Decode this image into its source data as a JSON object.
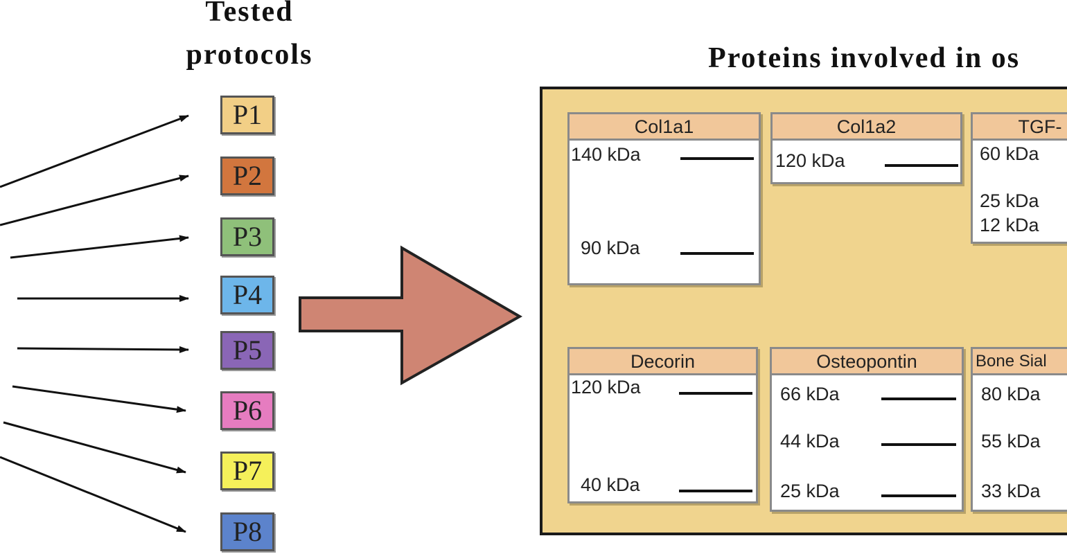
{
  "titles": {
    "tested": [
      "Tested",
      "protocols"
    ],
    "proteins": "Proteins involved in os"
  },
  "protocols": [
    {
      "label": "P1",
      "color": "#f2cf86"
    },
    {
      "label": "P2",
      "color": "#d2763e"
    },
    {
      "label": "P3",
      "color": "#8fc07a"
    },
    {
      "label": "P4",
      "color": "#6db6ea"
    },
    {
      "label": "P5",
      "color": "#8a66b6"
    },
    {
      "label": "P6",
      "color": "#e67cc0"
    },
    {
      "label": "P7",
      "color": "#f5f05a"
    },
    {
      "label": "P8",
      "color": "#5c83cc"
    }
  ],
  "big_arrow_color": "#cf8573",
  "panel_color": "#f0d48e",
  "proteins": [
    {
      "name": "Col1a1",
      "bands": [
        "140 kDa",
        "90 kDa"
      ]
    },
    {
      "name": "Col1a2",
      "bands": [
        "120 kDa"
      ]
    },
    {
      "name": "TGF-",
      "bands": [
        "60 kDa",
        "25 kDa",
        "12 kDa"
      ]
    },
    {
      "name": "Decorin",
      "bands": [
        "120 kDa",
        "40 kDa"
      ]
    },
    {
      "name": "Osteopontin",
      "bands": [
        "66 kDa",
        "44 kDa",
        "25 kDa"
      ]
    },
    {
      "name": "Bone Sial",
      "bands": [
        "80 kDa",
        "55 kDa",
        "33 kDa"
      ]
    }
  ]
}
